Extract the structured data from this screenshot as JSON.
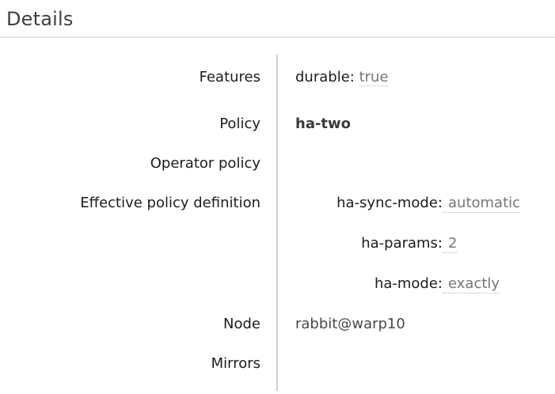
{
  "section": {
    "title": "Details"
  },
  "facts": {
    "features": {
      "label": "Features",
      "items": [
        {
          "key": "durable:",
          "value": "true"
        }
      ]
    },
    "policy": {
      "label": "Policy",
      "value": "ha-two"
    },
    "operator_policy": {
      "label": "Operator policy",
      "value": ""
    },
    "effective_policy_definition": {
      "label": "Effective policy definition",
      "entries": [
        {
          "key": "ha-sync-mode:",
          "value": "automatic"
        },
        {
          "key": "ha-params:",
          "value": "2"
        },
        {
          "key": "ha-mode:",
          "value": "exactly"
        }
      ]
    },
    "node": {
      "label": "Node",
      "value": "rabbit@warp10"
    },
    "mirrors": {
      "label": "Mirrors",
      "value": ""
    }
  },
  "colors": {
    "divider": "#cccccc",
    "header_rule": "#e4e4e4",
    "label_text": "#1c1c1c",
    "value_text": "#484848",
    "muted_value": "#767676",
    "dotted_underline": "#b9b9b9",
    "link_text": "#3a3a3a"
  }
}
